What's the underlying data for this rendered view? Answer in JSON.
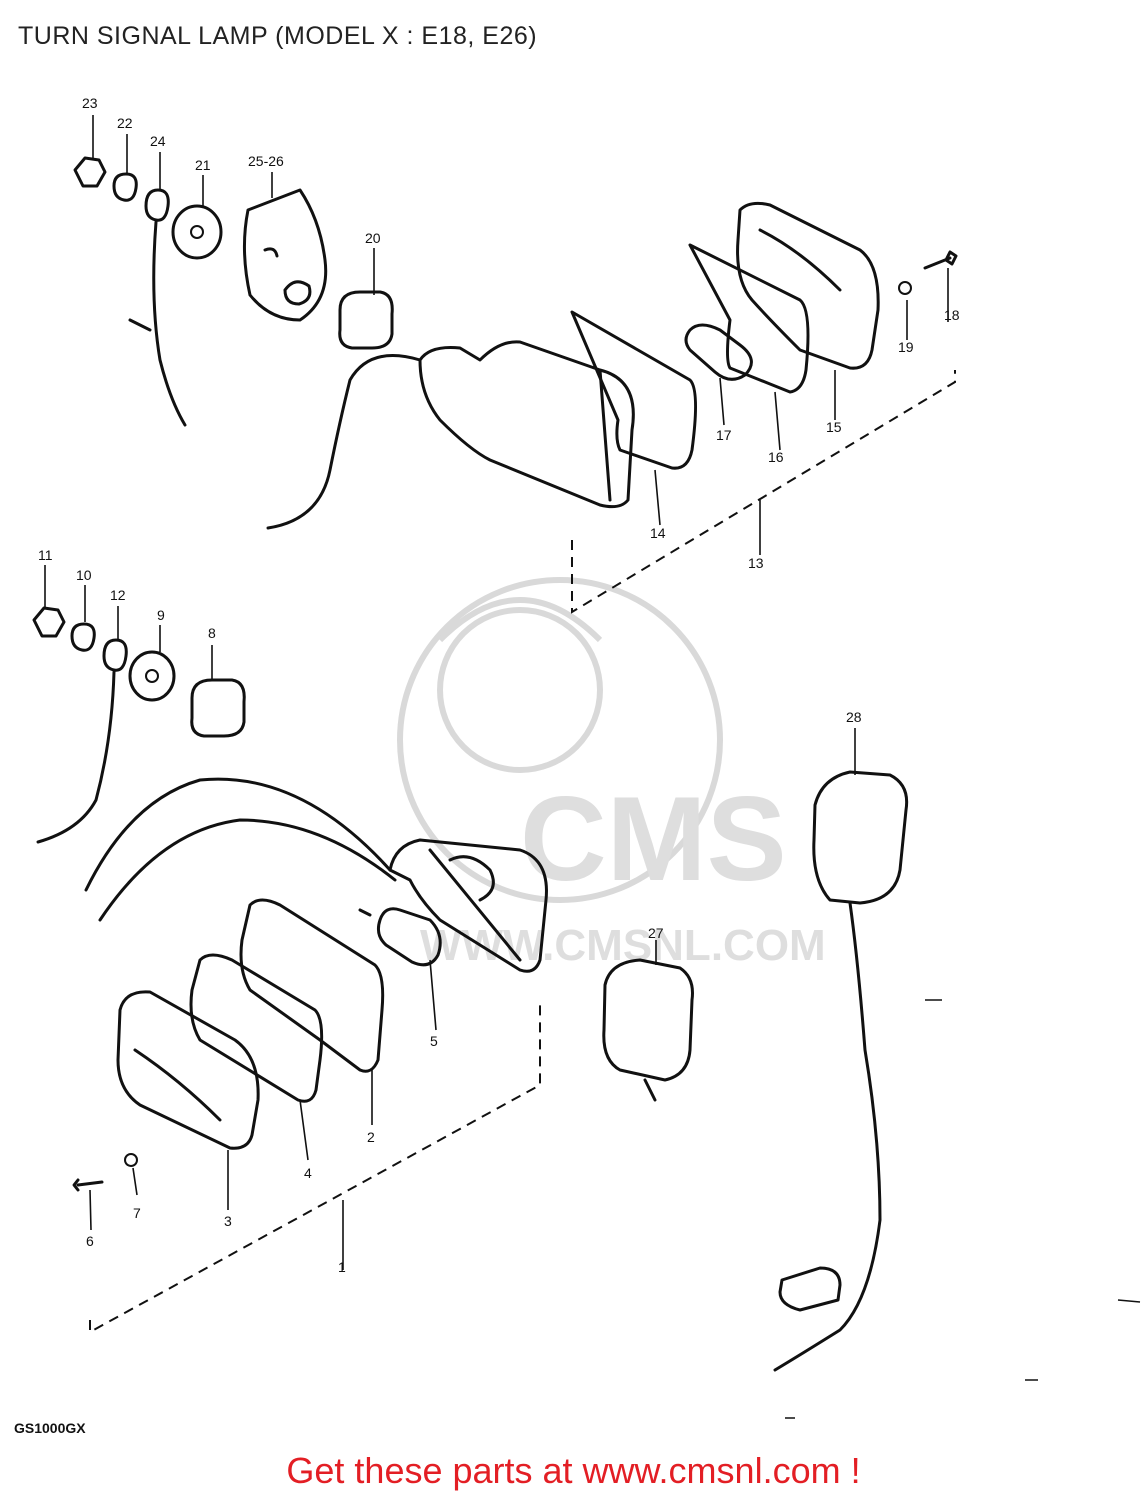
{
  "title": "TURN SIGNAL LAMP (MODEL X : E18, E26)",
  "model_code": "GS1000GX",
  "watermark": {
    "brand": "CMS",
    "url": "WWW.CMSNL.COM"
  },
  "promo": {
    "text": "Get these parts at www.cmsnl.com !",
    "color": "#e31e24"
  },
  "part_labels": {
    "p1": "1",
    "p2": "2",
    "p3": "3",
    "p4": "4",
    "p5": "5",
    "p6": "6",
    "p7": "7",
    "p8": "8",
    "p9": "9",
    "p10": "10",
    "p11": "11",
    "p12": "12",
    "p13": "13",
    "p14": "14",
    "p15": "15",
    "p16": "16",
    "p17": "17",
    "p18": "18",
    "p19": "19",
    "p20": "20",
    "p21": "21",
    "p22": "22",
    "p23": "23",
    "p24": "24",
    "p25_26": "25-26",
    "p27": "27",
    "p28": "28"
  }
}
